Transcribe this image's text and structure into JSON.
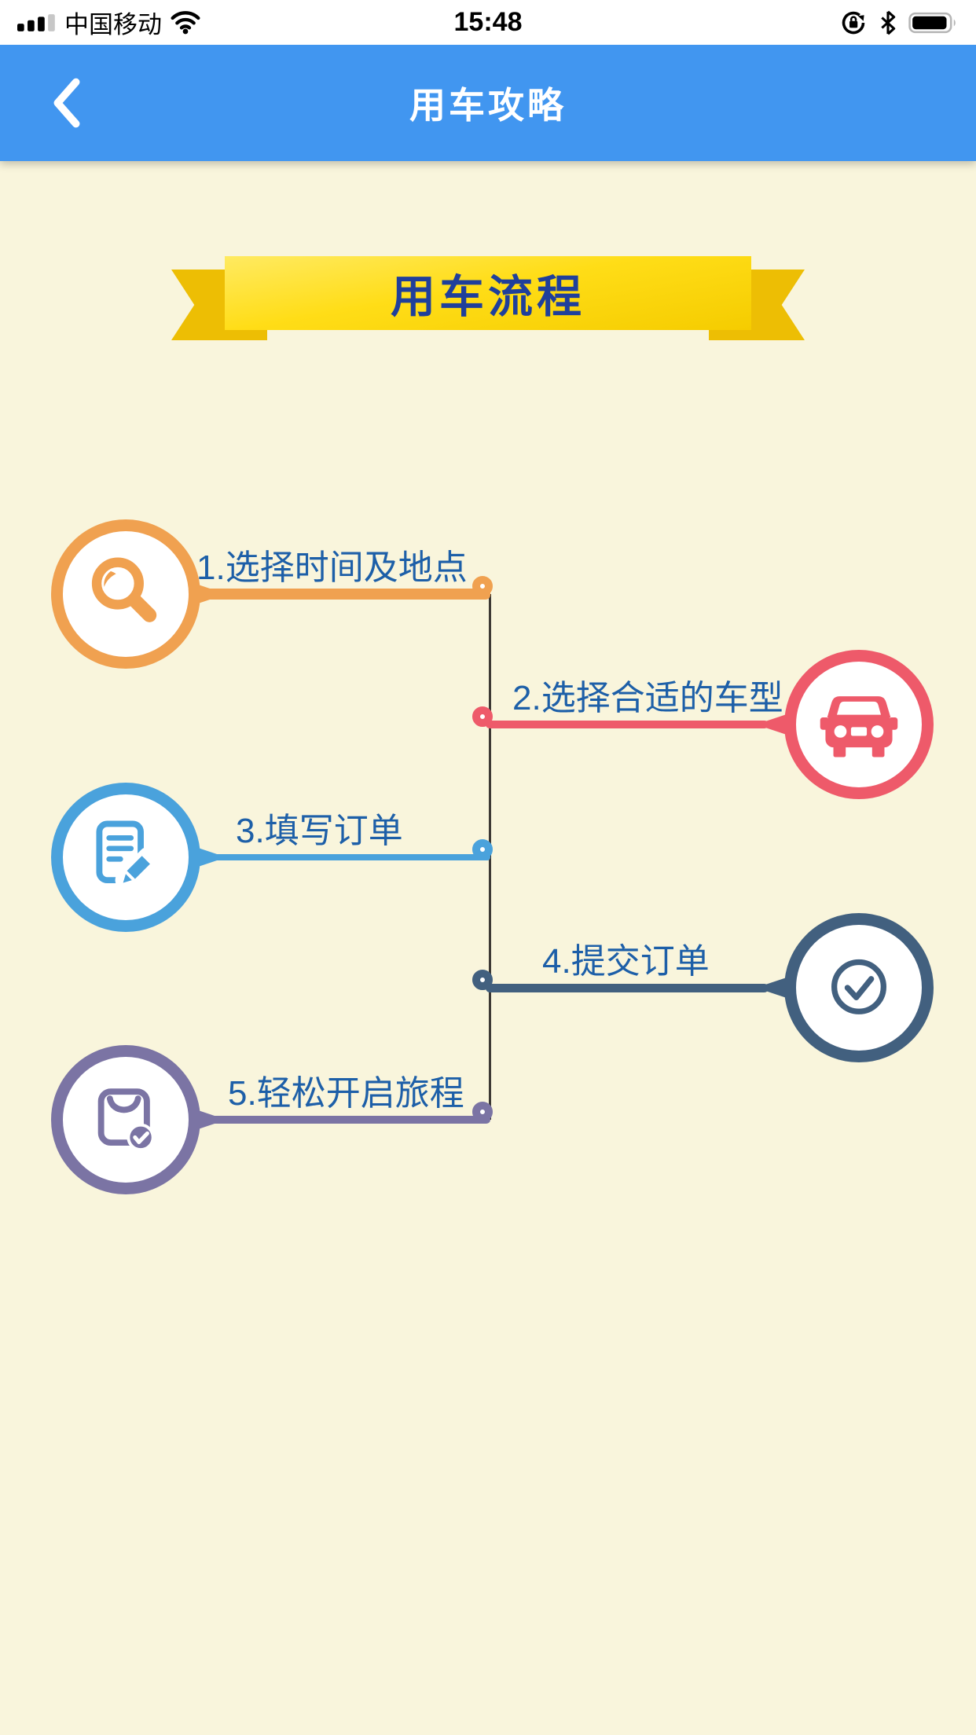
{
  "status_bar": {
    "carrier": "中国移动",
    "time": "15:48",
    "icons": {
      "signal": "signal-strength-icon",
      "wifi": "wifi-icon",
      "rotation_lock": "rotation-lock-icon",
      "bluetooth": "bluetooth-icon",
      "battery": "battery-icon"
    }
  },
  "nav_bar": {
    "title": "用车攻略",
    "back_icon": "back-chevron-icon"
  },
  "banner": {
    "title": "用车流程"
  },
  "steps": [
    {
      "label": "1.选择时间及地点",
      "icon": "magnifier-icon",
      "color": "#F0A150",
      "side": "left"
    },
    {
      "label": "2.选择合适的车型",
      "icon": "car-icon",
      "color": "#EE5A6A",
      "side": "right"
    },
    {
      "label": "3.填写订单",
      "icon": "document-pencil-icon",
      "color": "#4AA2DC",
      "side": "left"
    },
    {
      "label": "4.提交订单",
      "icon": "check-circle-icon",
      "color": "#42607F",
      "side": "right"
    },
    {
      "label": "5.轻松开启旅程",
      "icon": "bag-check-icon",
      "color": "#7B74A4",
      "side": "left"
    }
  ],
  "colors": {
    "nav_bar": "#4196F0",
    "background": "#F9F5DC",
    "banner_band_top": "#FFDD17",
    "banner_band_bottom": "#F5CC00",
    "banner_tail": "#EDBE04",
    "banner_text": "#1F3F9B",
    "step_label": "#1D5FA8",
    "timeline_line": "#3D3935"
  }
}
